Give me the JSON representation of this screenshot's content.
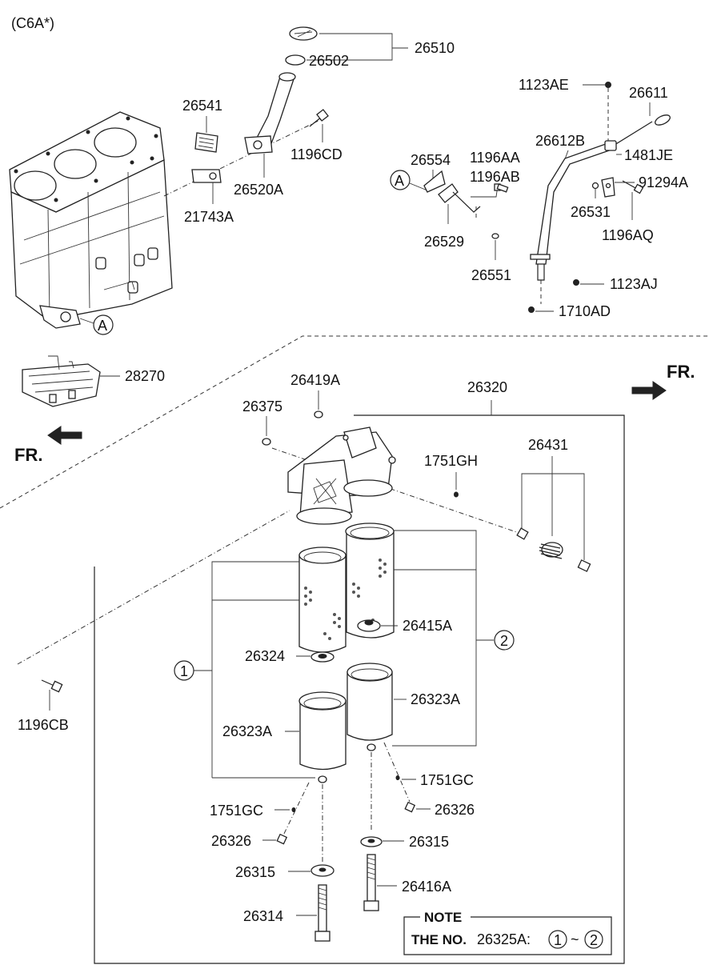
{
  "variant": "(C6A*)",
  "front_label": "FR.",
  "circle_refs": {
    "a": "A",
    "one": "1",
    "two": "2"
  },
  "parts": {
    "p26510": "26510",
    "p26502": "26502",
    "p26541": "26541",
    "p1196CD": "1196CD",
    "p26520A": "26520A",
    "p21743A": "21743A",
    "p1123AE": "1123AE",
    "p26611": "26611",
    "p26612B": "26612B",
    "p1481JE": "1481JE",
    "p26554": "26554",
    "p1196AA": "1196AA",
    "p1196AB": "1196AB",
    "p91294A": "91294A",
    "p26531": "26531",
    "p1196AQ": "1196AQ",
    "p26529": "26529",
    "p26551": "26551",
    "p1123AJ": "1123AJ",
    "p1710AD": "1710AD",
    "p28270": "28270",
    "p26419A": "26419A",
    "p26320": "26320",
    "p26375": "26375",
    "p1751GH": "1751GH",
    "p26431": "26431",
    "p26415A": "26415A",
    "p26324": "26324",
    "p1196CB": "1196CB",
    "p26323A_right": "26323A",
    "p26323A_left": "26323A",
    "p1751GC_right": "1751GC",
    "p26326_right": "26326",
    "p1751GC_left": "1751GC",
    "p26315_right": "26315",
    "p26326_left": "26326",
    "p26416A": "26416A",
    "p26315_left": "26315",
    "p26314": "26314"
  },
  "note": {
    "title": "NOTE",
    "prefix": "THE NO.",
    "part": "26325A:",
    "range_start": "1",
    "separator": "~",
    "range_end": "2"
  }
}
